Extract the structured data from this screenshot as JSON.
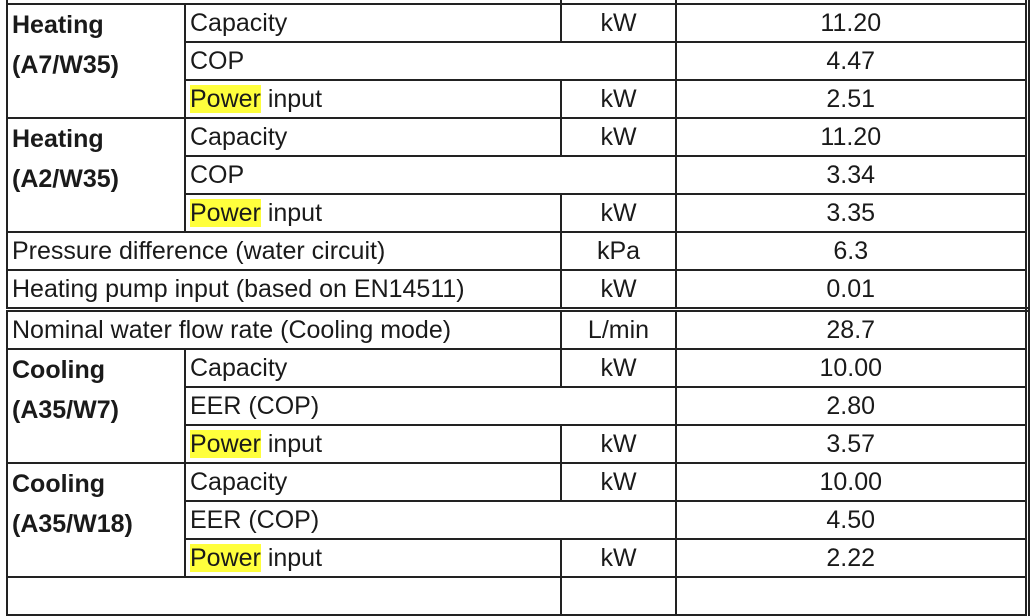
{
  "table": {
    "highlight_color": "#ffff3c",
    "highlight_word": "Power",
    "groups": [
      {
        "label_line1": "Heating",
        "label_line2": "(A7/W35)",
        "rows": [
          {
            "name": "Capacity",
            "unit": "kW",
            "value": "11.20"
          },
          {
            "name": "COP",
            "unit": "",
            "value": "4.47"
          },
          {
            "name_highlight": "Power",
            "name_rest": " input",
            "unit": "kW",
            "value": "2.51"
          }
        ]
      },
      {
        "label_line1": "Heating",
        "label_line2": "(A2/W35)",
        "rows": [
          {
            "name": "Capacity",
            "unit": "kW",
            "value": "11.20"
          },
          {
            "name": "COP",
            "unit": "",
            "value": "3.34"
          },
          {
            "name_highlight": "Power",
            "name_rest": " input",
            "unit": "kW",
            "value": "3.35"
          }
        ]
      },
      {
        "label_line1": "Cooling",
        "label_line2": "(A35/W7)",
        "rows": [
          {
            "name": "Capacity",
            "unit": "kW",
            "value": "10.00"
          },
          {
            "name": "EER (COP)",
            "unit": "",
            "value": "2.80"
          },
          {
            "name_highlight": "Power",
            "name_rest": " input",
            "unit": "kW",
            "value": "3.57"
          }
        ]
      },
      {
        "label_line1": "Cooling",
        "label_line2": "(A35/W18)",
        "rows": [
          {
            "name": "Capacity",
            "unit": "kW",
            "value": "10.00"
          },
          {
            "name": "EER (COP)",
            "unit": "",
            "value": "4.50"
          },
          {
            "name_highlight": "Power",
            "name_rest": " input",
            "unit": "kW",
            "value": "2.22"
          }
        ]
      }
    ],
    "single_rows": [
      {
        "name": "Pressure difference (water circuit)",
        "unit": "kPa",
        "value": "6.3"
      },
      {
        "name": "Heating pump input (based on EN14511)",
        "unit": "kW",
        "value": "0.01"
      },
      {
        "name": "Nominal water flow rate (Cooling mode)",
        "unit": "L/min",
        "value": "28.7"
      }
    ]
  }
}
